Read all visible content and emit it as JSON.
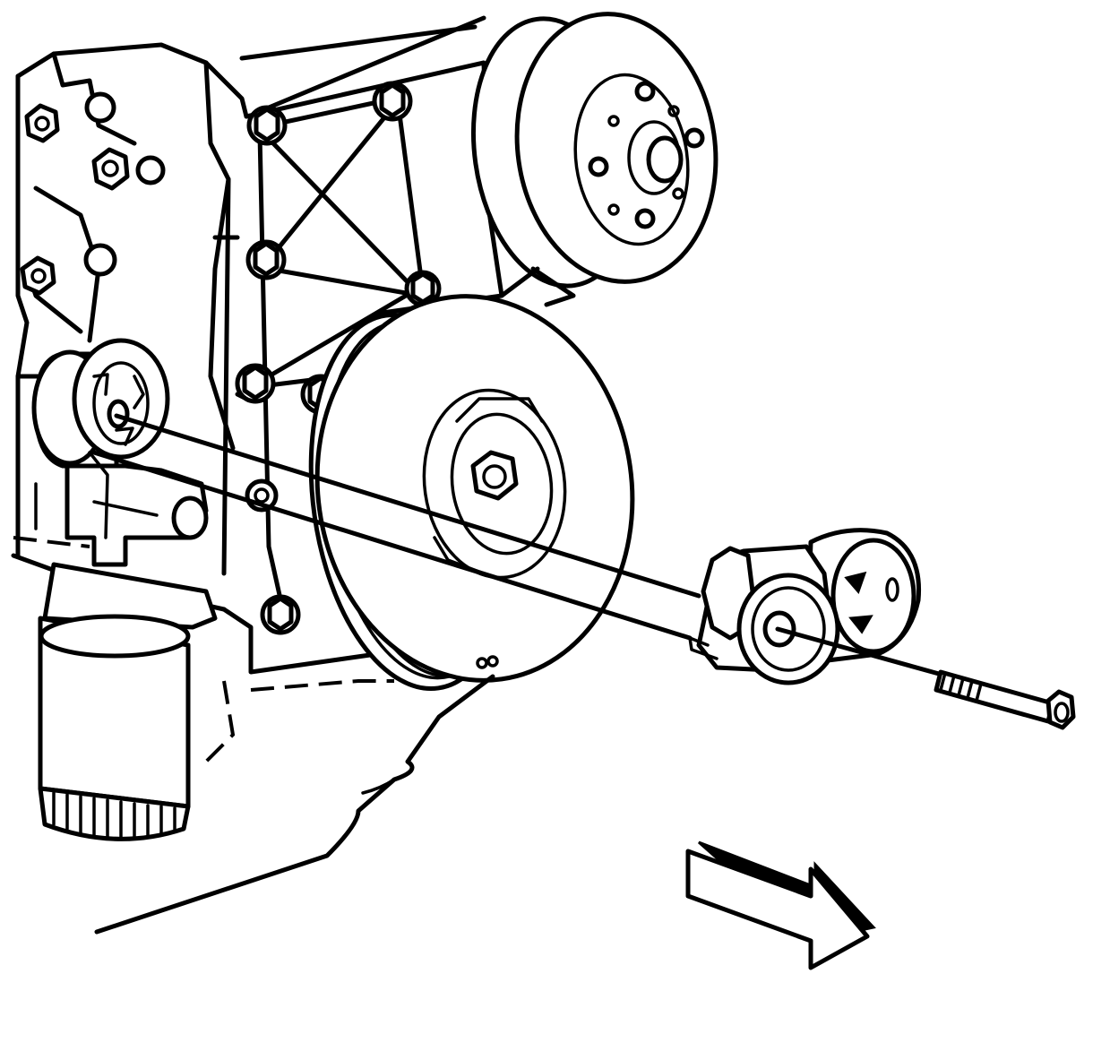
{
  "colors": {
    "line": "#000000",
    "background": "#ffffff"
  },
  "components": [
    "engine-block",
    "front-cover",
    "water-pump-pulley",
    "crankshaft-balancer",
    "oil-filter",
    "idler-pulley",
    "drive-belt-tensioner",
    "tensioner-bolt",
    "view-direction-arrow"
  ]
}
